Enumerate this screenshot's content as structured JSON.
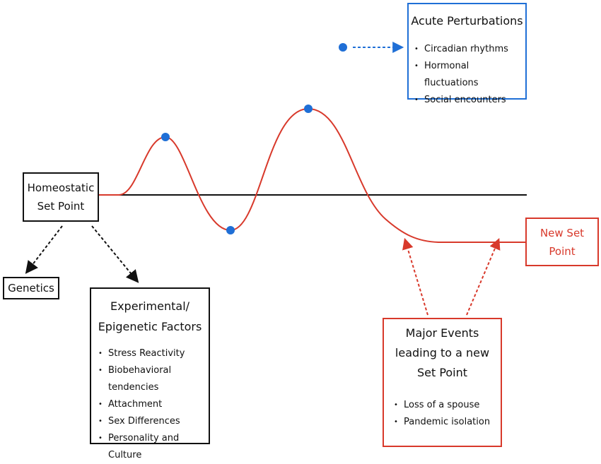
{
  "setpoint": {
    "line1": "Homeostatic",
    "line2": "Set Point"
  },
  "genetics": {
    "label": "Genetics"
  },
  "epigenetic": {
    "line1": "Experimental/",
    "line2": "Epigenetic Factors",
    "items": [
      "Stress Reactivity",
      "Biobehavioral tendencies",
      "Attachment",
      "Sex Differences",
      "Personality and Culture"
    ]
  },
  "acute": {
    "title": "Acute Perturbations",
    "items": [
      "Circadian rhythms",
      "Hormonal fluctuations",
      "Social encounters"
    ]
  },
  "new_setpoint": {
    "line1": "New Set",
    "line2": "Point"
  },
  "major": {
    "line1": "Major Events",
    "line2": "leading to a new",
    "line3": "Set Point",
    "items": [
      "Loss of a spouse",
      "Pandemic isolation"
    ]
  },
  "colors": {
    "curve": "#d8392b",
    "perturbation_dot": "#1f6fd6",
    "baseline": "#111111",
    "acute_border": "#1f6fd6",
    "major_border": "#d8392b"
  }
}
